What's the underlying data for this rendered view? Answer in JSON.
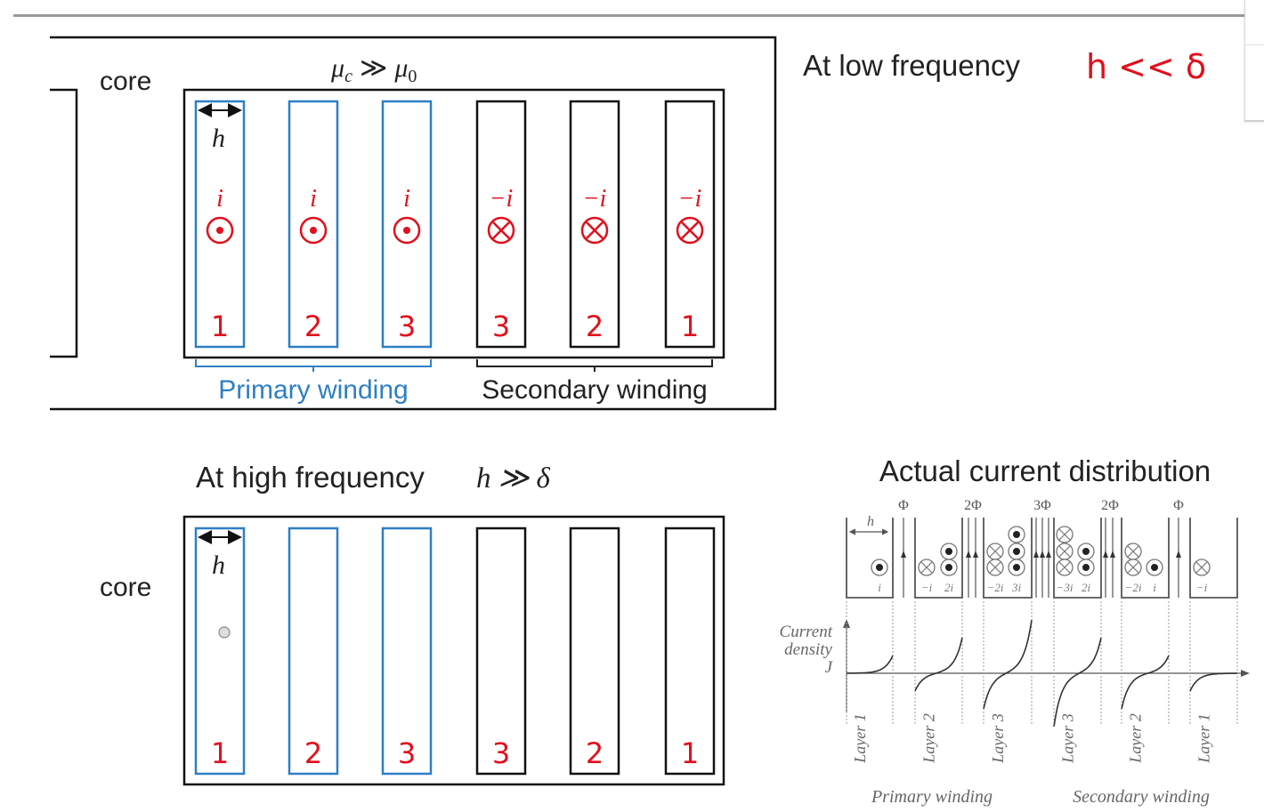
{
  "low_frequency_panel": {
    "core_label": "core",
    "permeability_note": "μc ≫ μ0",
    "permeability_parts": {
      "mu": "μ",
      "sub_c": "c",
      "much_greater": "≫",
      "sub_0": "0"
    },
    "heading": "At low frequency",
    "condition": "h << δ",
    "thickness_label": "h",
    "primary_label": "Primary winding",
    "secondary_label": "Secondary winding",
    "layers": [
      {
        "winding": "primary",
        "number": "1",
        "current": "i",
        "direction": "out-of-page-icon"
      },
      {
        "winding": "primary",
        "number": "2",
        "current": "i",
        "direction": "out-of-page-icon"
      },
      {
        "winding": "primary",
        "number": "3",
        "current": "i",
        "direction": "out-of-page-icon"
      },
      {
        "winding": "secondary",
        "number": "3",
        "current": "−i",
        "direction": "into-page-icon"
      },
      {
        "winding": "secondary",
        "number": "2",
        "current": "−i",
        "direction": "into-page-icon"
      },
      {
        "winding": "secondary",
        "number": "1",
        "current": "−i",
        "direction": "into-page-icon"
      }
    ]
  },
  "high_frequency_panel": {
    "heading": "At high frequency",
    "condition": "h ≫ δ",
    "core_label": "core",
    "thickness_label": "h",
    "layers": [
      {
        "winding": "primary",
        "number": "1"
      },
      {
        "winding": "primary",
        "number": "2"
      },
      {
        "winding": "primary",
        "number": "3"
      },
      {
        "winding": "secondary",
        "number": "3"
      },
      {
        "winding": "secondary",
        "number": "2"
      },
      {
        "winding": "secondary",
        "number": "1"
      }
    ]
  },
  "actual_distribution": {
    "title": "Actual current distribution",
    "thickness_label": "h",
    "flux_labels": [
      "Φ",
      "2Φ",
      "3Φ",
      "2Φ",
      "Φ"
    ],
    "layer_currents": [
      {
        "labels": [
          "i"
        ]
      },
      {
        "labels": [
          "−i",
          "2i"
        ]
      },
      {
        "labels": [
          "−2i",
          "3i"
        ]
      },
      {
        "labels": [
          "−3i",
          "2i"
        ]
      },
      {
        "labels": [
          "−2i",
          "i"
        ]
      },
      {
        "labels": [
          "−i"
        ]
      }
    ],
    "axis_label_lines": [
      "Current",
      "density",
      "J"
    ],
    "layer_names": [
      "Layer 1",
      "Layer 2",
      "Layer 3",
      "Layer 3",
      "Layer 2",
      "Layer 1"
    ],
    "primary_label": "Primary winding",
    "secondary_label": "Secondary winding"
  },
  "colors": {
    "primary_blue": "#2e7fc4",
    "annotation_red": "#e0101c",
    "ink": "#111111",
    "figure_gray": "#555555"
  }
}
